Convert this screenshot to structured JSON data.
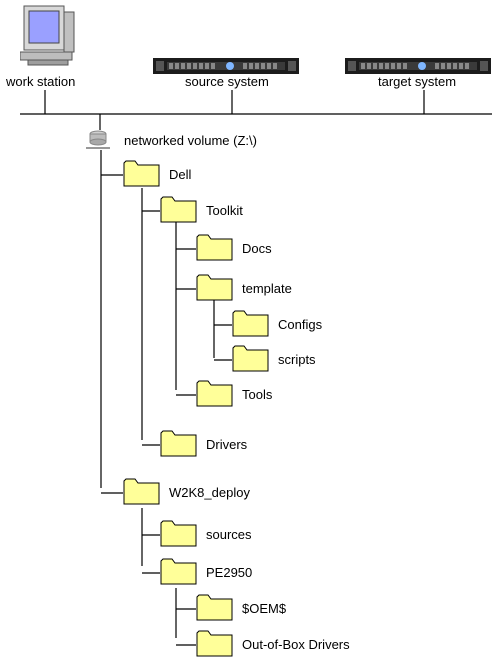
{
  "systems": {
    "workstation": {
      "label": "work station"
    },
    "source": {
      "label": "source system"
    },
    "target": {
      "label": "target system"
    }
  },
  "volume": {
    "label": "networked volume (Z:\\)"
  },
  "folders": {
    "dell": "Dell",
    "toolkit": "Toolkit",
    "docs": "Docs",
    "template": "template",
    "configs": "Configs",
    "scripts": "scripts",
    "tools": "Tools",
    "drivers": "Drivers",
    "w2k8_deploy": "W2K8_deploy",
    "sources": "sources",
    "pe2950": "PE2950",
    "oem": "$OEM$",
    "oob_drivers": "Out-of-Box Drivers"
  },
  "colors": {
    "folder_fill": "#ffff99",
    "folder_stroke": "#000000",
    "line": "#000000",
    "monitor_screen": "#9aa0ff",
    "server_body": "#1c1c1c"
  }
}
